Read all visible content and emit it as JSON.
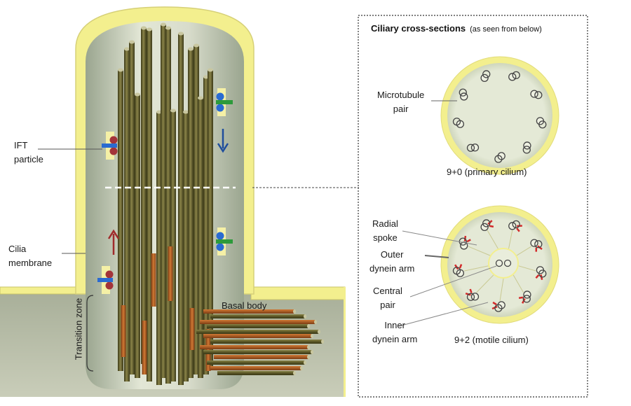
{
  "labels": {
    "ift_particle": [
      "IFT",
      "particle"
    ],
    "cilia_membrane": [
      "Cilia",
      "membrane"
    ],
    "transition_zone": "Transition zone",
    "basal_body": "Basal body"
  },
  "panel": {
    "title": "Ciliary cross-sections",
    "subtitle": "(as seen from below)",
    "microtubule_pair": [
      "Microtubule",
      "pair"
    ],
    "primary_caption": "9+0 (primary cilium)",
    "radial_spoke": [
      "Radial",
      "spoke"
    ],
    "outer_dynein_arm": [
      "Outer",
      "dynein arm"
    ],
    "central_pair": [
      "Central",
      "pair"
    ],
    "inner_dynein_arm": [
      "Inner",
      "dynein arm"
    ],
    "motile_caption": "9+2 (motile cilium)"
  },
  "colors": {
    "membrane": "#f3ef8e",
    "cytoplasm": "#c8cdb9",
    "microtubule": "#5e5a2c",
    "orange_rod": "#b9652c",
    "arrow_down": "#1f4e9c",
    "arrow_up": "#a02b2b",
    "dynein_arm": "#d22a2a",
    "ift_blue": "#2a6bd1",
    "ift_green": "#2d9a3b",
    "ift_red": "#a3343a"
  },
  "icons": [
    "down-arrow-icon",
    "up-arrow-icon",
    "ift-particle-icon"
  ]
}
